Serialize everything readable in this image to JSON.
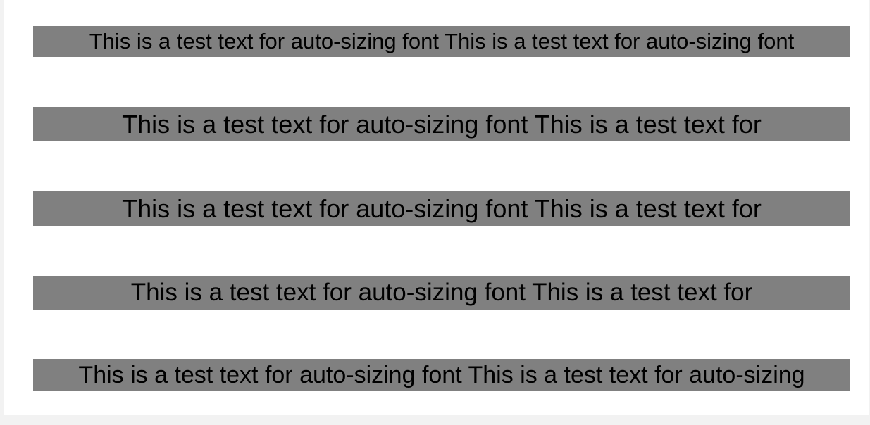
{
  "rows": [
    {
      "text": "This is a test text for auto-sizing font This is a test text for auto-sizing font"
    },
    {
      "text": "This is a test text for auto-sizing font This is a test text for"
    },
    {
      "text": "This is a test text for auto-sizing font This is a test text for"
    },
    {
      "text": "This is a test text for auto-sizing font This is a test text for"
    },
    {
      "text": "This is a test text for auto-sizing font This is a test text for auto-sizing"
    }
  ],
  "colors": {
    "page_background": "#f2f2f2",
    "canvas_background": "#ffffff",
    "row_background": "#808080",
    "text": "#000000"
  }
}
